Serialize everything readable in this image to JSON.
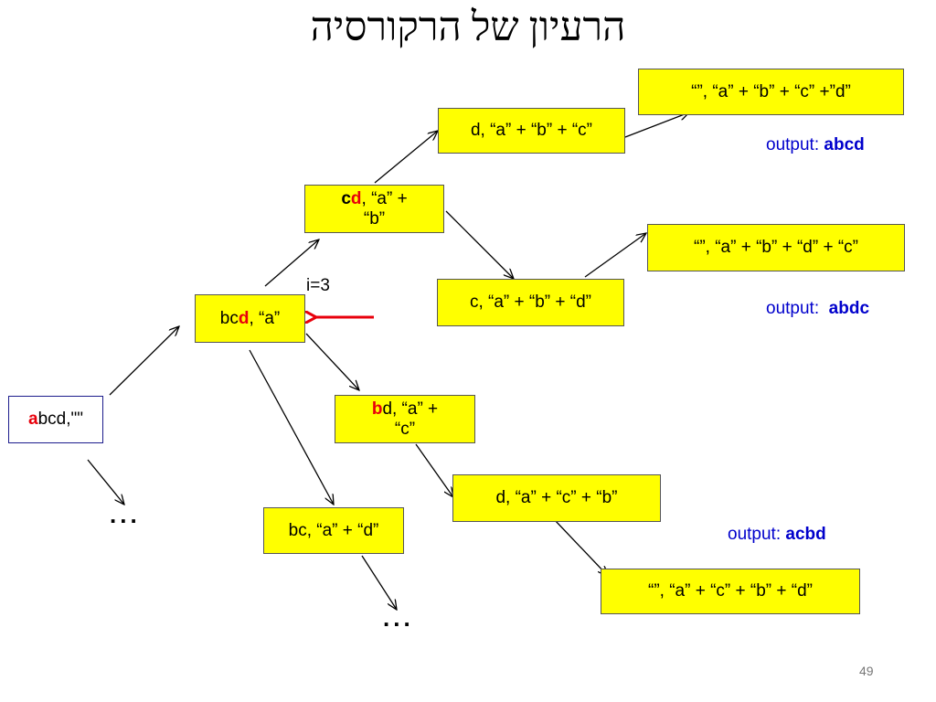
{
  "title": "הרעיון של הרקורסיה",
  "nodes": {
    "root": {
      "hl": "a",
      "rest": "bcd,\"\""
    },
    "bcd": {
      "pre": "bc",
      "hl": "d",
      "post": ", “a”"
    },
    "cd": {
      "pre": "c",
      "hl": "d",
      "post": ", “a” +",
      "line2": "“b”"
    },
    "d_abc": {
      "label": "d, “a” + “b” + “c”"
    },
    "leaf_abcd": {
      "label": "“”, “a” + “b” + “c” +”d”"
    },
    "c_abd": {
      "label": "c, “a” + “b” + “d”"
    },
    "leaf_abdc": {
      "label": "“”, “a” + “b” + “d” + “c”"
    },
    "bd": {
      "hl": "b",
      "post": "d, “a” +",
      "line2": "“c”"
    },
    "d_acb": {
      "label": "d, “a” + “c” + “b”"
    },
    "leaf_acbd": {
      "label": "“”, “a” + “c” + “b” + “d”"
    },
    "bc_ad": {
      "label": "bc, “a” + “d”"
    }
  },
  "outputs": {
    "abcd": {
      "prefix": "output: ",
      "value": "abcd"
    },
    "abdc": {
      "prefix": "output:  ",
      "value": "abdc"
    },
    "acbd": {
      "prefix": "output: ",
      "value": "acbd"
    }
  },
  "i_label": "i=3",
  "ellipsis": "...",
  "page_number": "49",
  "colors": {
    "node_fill": "#ffff00",
    "highlight": "#e8000b",
    "output": "#0000cc",
    "pointer_arrow": "#e8000b"
  }
}
